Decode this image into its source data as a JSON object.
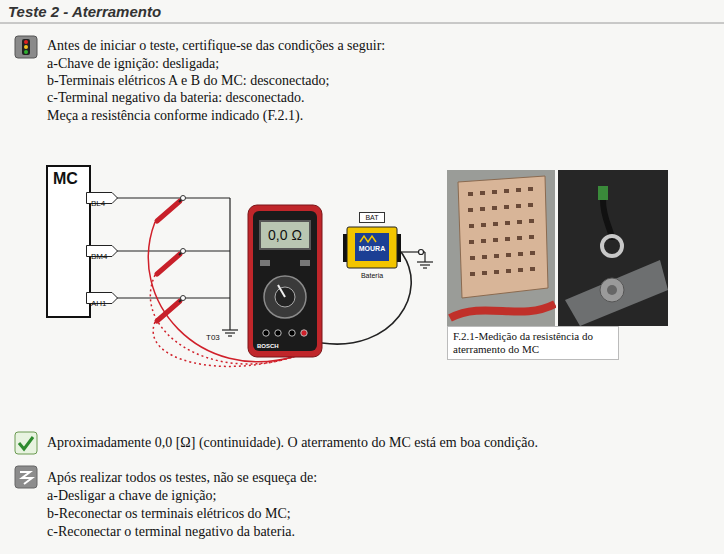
{
  "diagram": {
    "title": "Teste 2 - Aterramento",
    "caption": "F.2.1-Medição da resistência do aterramento do MC",
    "nodes": [
      {
        "text": [
          "MC"
        ]
      },
      {
        "text": [
          "BL4"
        ]
      },
      {
        "text": [
          "BM4"
        ]
      },
      {
        "text": [
          "AH1"
        ]
      },
      {
        "text": [
          "BOSCH"
        ]
      },
      {
        "text": [
          "0,0 Ω"
        ],
        "in": 4
      },
      {
        "text": [
          "BAT",
          "MOURA",
          "Bateria"
        ]
      }
    ],
    "edges": [
      {
        "from": 4,
        "to": 6,
        "arrow": "none"
      }
    ],
    "labels": [
      "Antes de iniciar o teste, certifique-se das condições a seguir:",
      "a-Chave de ignição: desligada;",
      "b-Terminais elétricos A e B do MC: desconectado;",
      "c-Terminal negativo da bateria: desconectado.",
      "Meça a resistência conforme indicado (F.2.1).",
      "T03",
      "Aproximadamente 0,0 [Ω] (continuidade). O aterramento do MC está em boa condição.",
      "Após realizar todos os testes, não se esqueça de:",
      "a-Desligar a chave de ignição;",
      "b-Reconectar os terminais elétricos do MC;",
      "c-Reconectar o terminal negativo da bateria."
    ]
  }
}
